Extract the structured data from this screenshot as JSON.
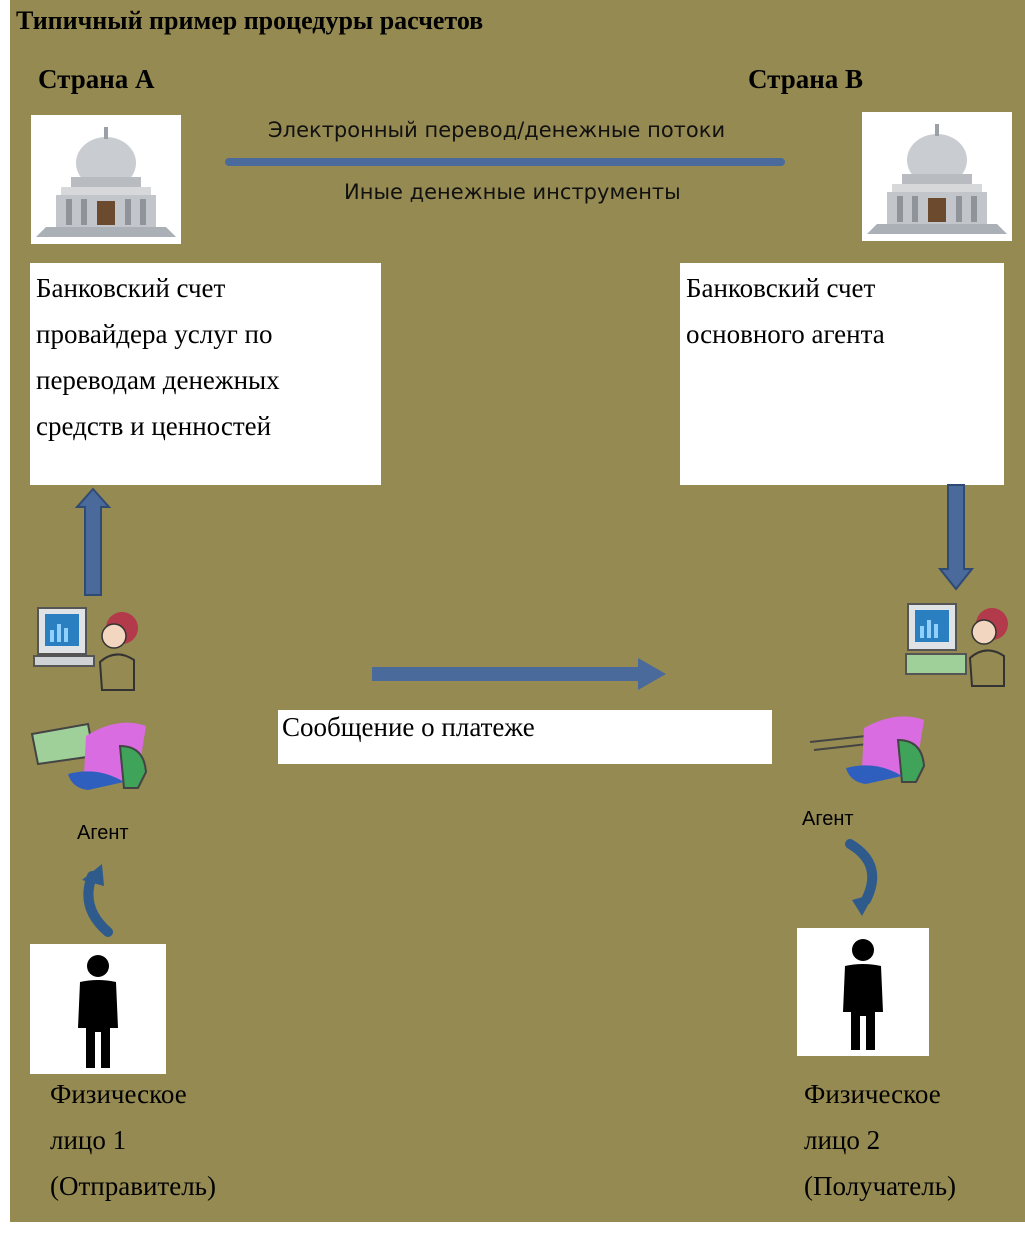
{
  "title": "Типичный пример процедуры расчетов",
  "countries": {
    "a": "Страна А",
    "b": "Страна В"
  },
  "flows": {
    "top_line1": "Электронный перевод/денежные потоки",
    "top_line2": "Иные денежные инструменты",
    "payment_message": "Сообщение о платеже"
  },
  "accounts": {
    "left": [
      "Банковский счет",
      "провайдера услуг по",
      "переводам денежных",
      "средств и ценностей"
    ],
    "right": [
      "Банковский счет",
      "основного агента"
    ]
  },
  "agents": {
    "left": "Агент",
    "right": "Агент"
  },
  "persons": {
    "left": [
      "Физическое",
      "лицо 1",
      "(Отправитель)"
    ],
    "right": [
      "Физическое",
      "лицо 2",
      "(Получатель)"
    ]
  },
  "icons": [
    "bank-building-icon",
    "computer-operator-icon",
    "typing-agent-icon",
    "person-icon",
    "curved-arrow-icon"
  ],
  "colors": {
    "background": "#958a52",
    "arrow": "#4a6a9c",
    "box": "#ffffff"
  }
}
